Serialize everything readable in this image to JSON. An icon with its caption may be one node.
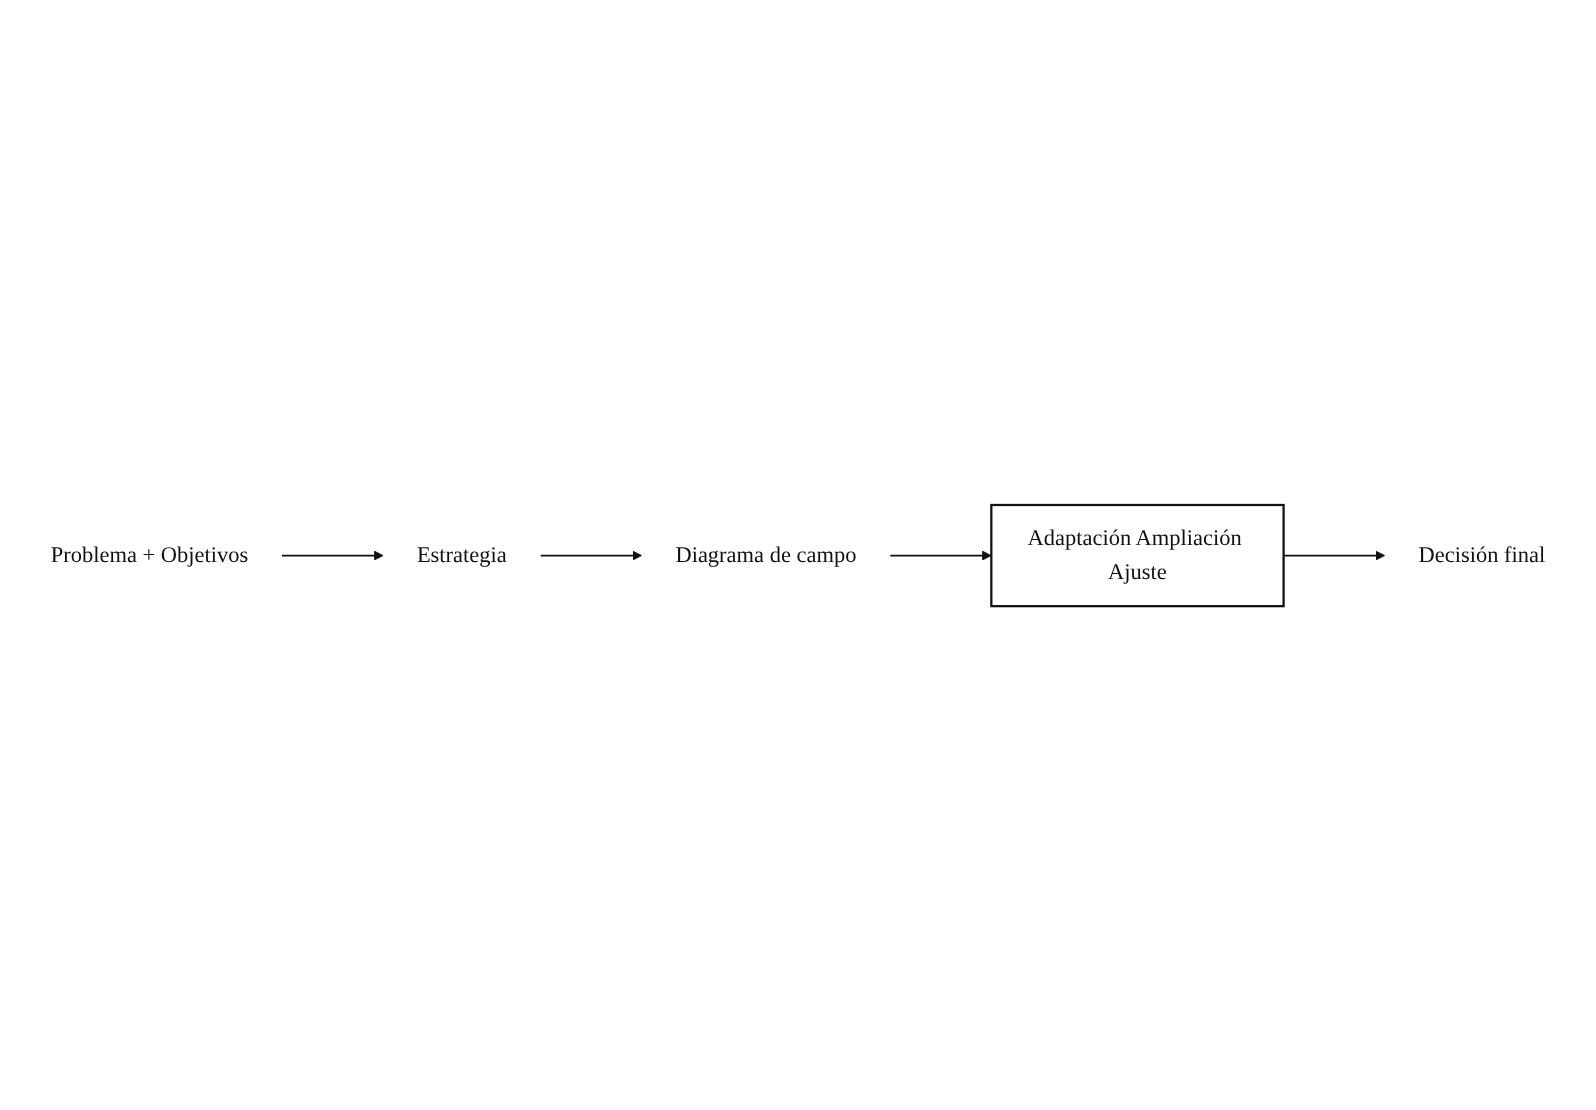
{
  "diagram": {
    "nodes": [
      {
        "text": [
          "Problema + Objetivos"
        ]
      },
      {
        "text": [
          "Estrategia"
        ]
      },
      {
        "text": [
          "Diagrama de campo"
        ]
      },
      {
        "text": [
          "Adaptación Ampliación Ajuste"
        ]
      },
      {
        "text": [
          "Decisión final"
        ]
      }
    ],
    "edges": [
      {
        "from": 0,
        "to": 1,
        "arrow": "to"
      },
      {
        "from": 1,
        "to": 2,
        "arrow": "to"
      },
      {
        "from": 2,
        "to": 3,
        "arrow": "to"
      },
      {
        "from": 3,
        "to": 4,
        "arrow": "to"
      }
    ]
  }
}
